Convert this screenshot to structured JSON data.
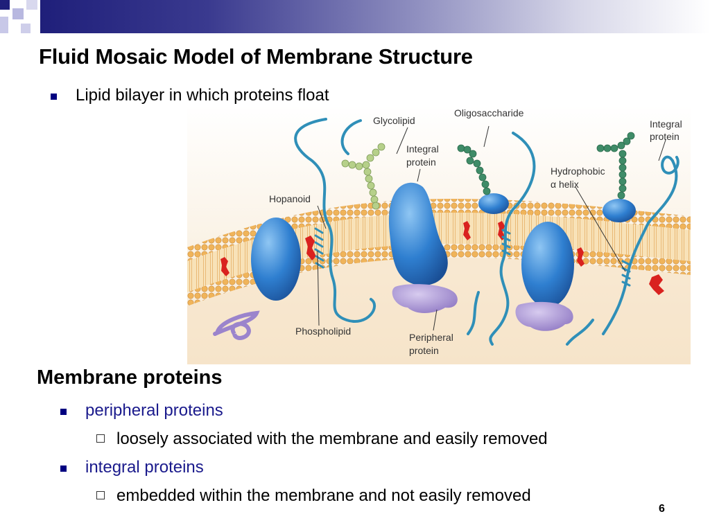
{
  "slide": {
    "title": "Fluid Mosaic Model of Membrane Structure",
    "bullet1": "Lipid bilayer in which proteins float",
    "section_heading": "Membrane proteins",
    "items": [
      {
        "label": "peripheral proteins",
        "detail": "loosely associated with the membrane and easily removed"
      },
      {
        "label": "integral proteins",
        "detail": "embedded within the membrane and not easily removed"
      }
    ],
    "page_number": "6"
  },
  "figure": {
    "labels": {
      "glycolipid": "Glycolipid",
      "oligosaccharide": "Oligosaccharide",
      "integral_protein_center": [
        "Integral",
        "protein"
      ],
      "integral_protein_right": [
        "Integral",
        "protein"
      ],
      "hydrophobic_helix": [
        "Hydrophobic",
        "α helix"
      ],
      "hopanoid": "Hopanoid",
      "phospholipid": "Phospholipid",
      "peripheral_protein": [
        "Peripheral",
        "protein"
      ]
    }
  },
  "colors": {
    "title_text": "#000000",
    "bullet_square": "#000080",
    "sub_bullet_text": "#1a1a8c",
    "header_gradient_start": "#1f1f7a",
    "membrane_head": "#f0b45a",
    "membrane_core": "#f8e2b8",
    "protein_blue": "#2f7fd0",
    "peripheral_purple": "#9b84cc",
    "hopanoid_red": "#d9221f",
    "oligosaccharide_green": "#3f8c68",
    "glycolipid_green": "#b6d08a"
  }
}
